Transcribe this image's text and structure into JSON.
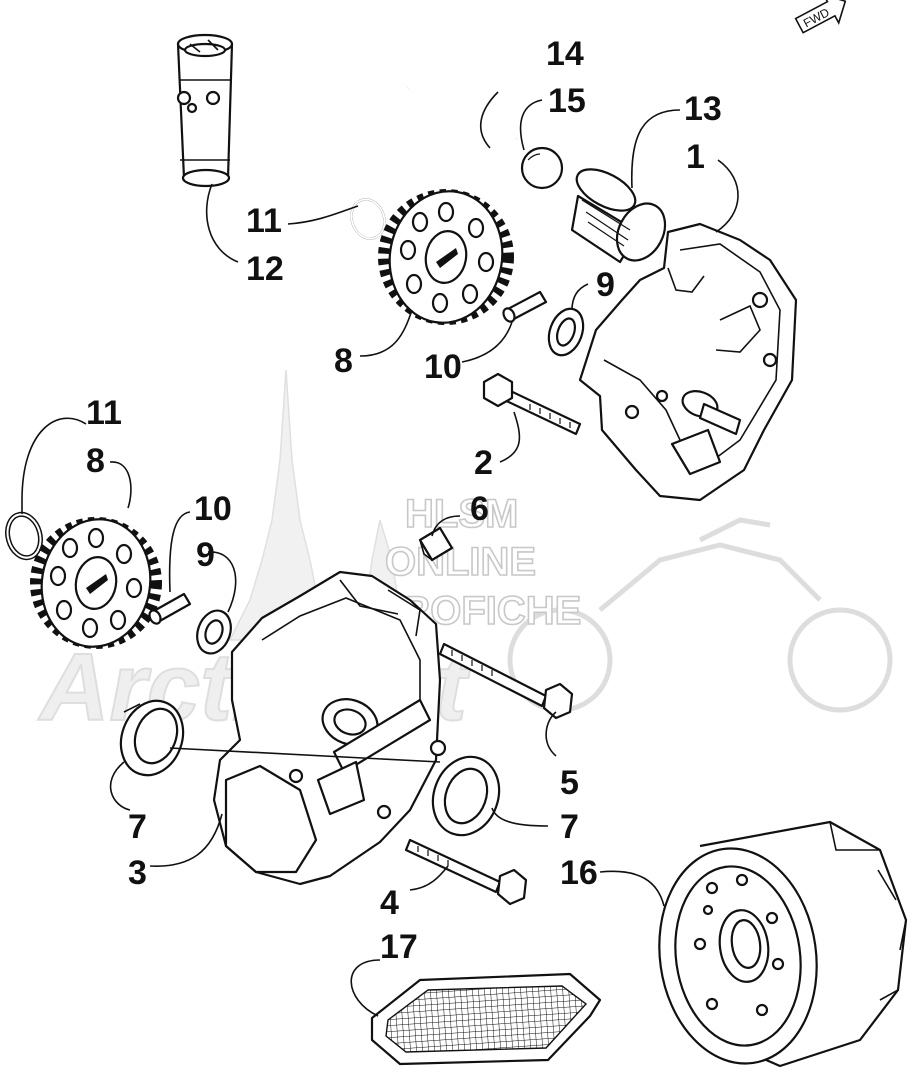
{
  "watermark": {
    "line1": "HLSM",
    "line2": "ONLINE",
    "line3": "MICROFICHE",
    "brand": "ArcticCat"
  },
  "fwd_badge": "FWD",
  "callouts": {
    "c14": "14",
    "c15": "15",
    "c13": "13",
    "c1": "1",
    "c11_top": "11",
    "c12": "12",
    "c9_top": "9",
    "c8_top": "8",
    "c10_top": "10",
    "c2": "2",
    "c11_left": "11",
    "c8_left": "8",
    "c10_mid": "10",
    "c6": "6",
    "c9_mid": "9",
    "c5": "5",
    "c7_left": "7",
    "c7_right": "7",
    "c3": "3",
    "c16": "16",
    "c4": "4",
    "c17": "17"
  }
}
